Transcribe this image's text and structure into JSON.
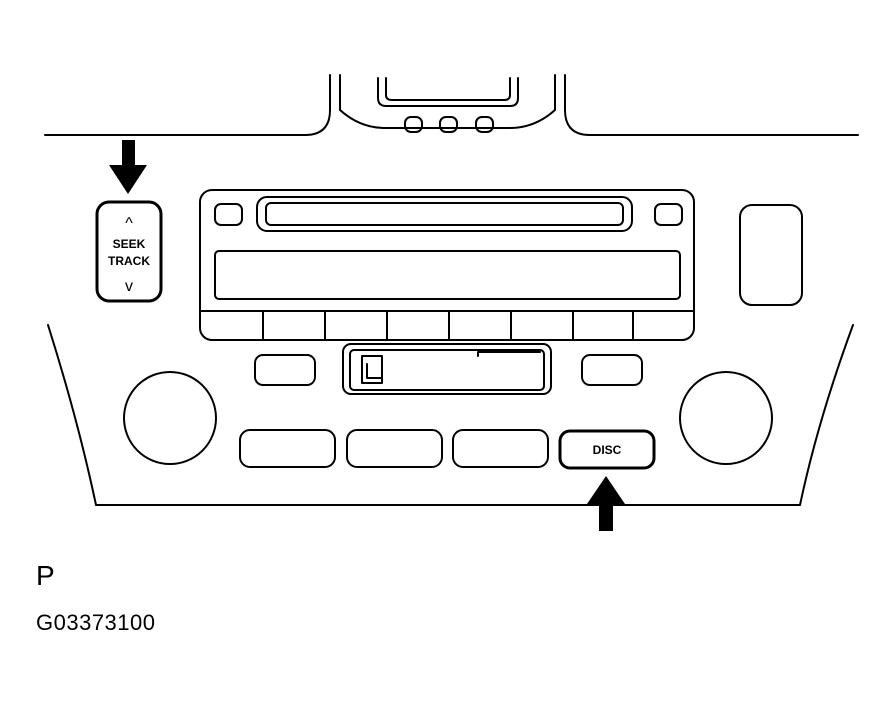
{
  "buttons": {
    "seek_track": {
      "line1": "SEEK",
      "line2": "TRACK",
      "up_glyph": "^",
      "down_glyph": "v"
    },
    "disc": "DISC"
  },
  "caption": {
    "view_letter": "P",
    "figure_code": "G03373100"
  },
  "colors": {
    "line": "#000000",
    "background": "#ffffff"
  },
  "icons": [
    "arrow-down-icon",
    "arrow-up-icon",
    "chevron-up-icon",
    "chevron-down-icon"
  ]
}
